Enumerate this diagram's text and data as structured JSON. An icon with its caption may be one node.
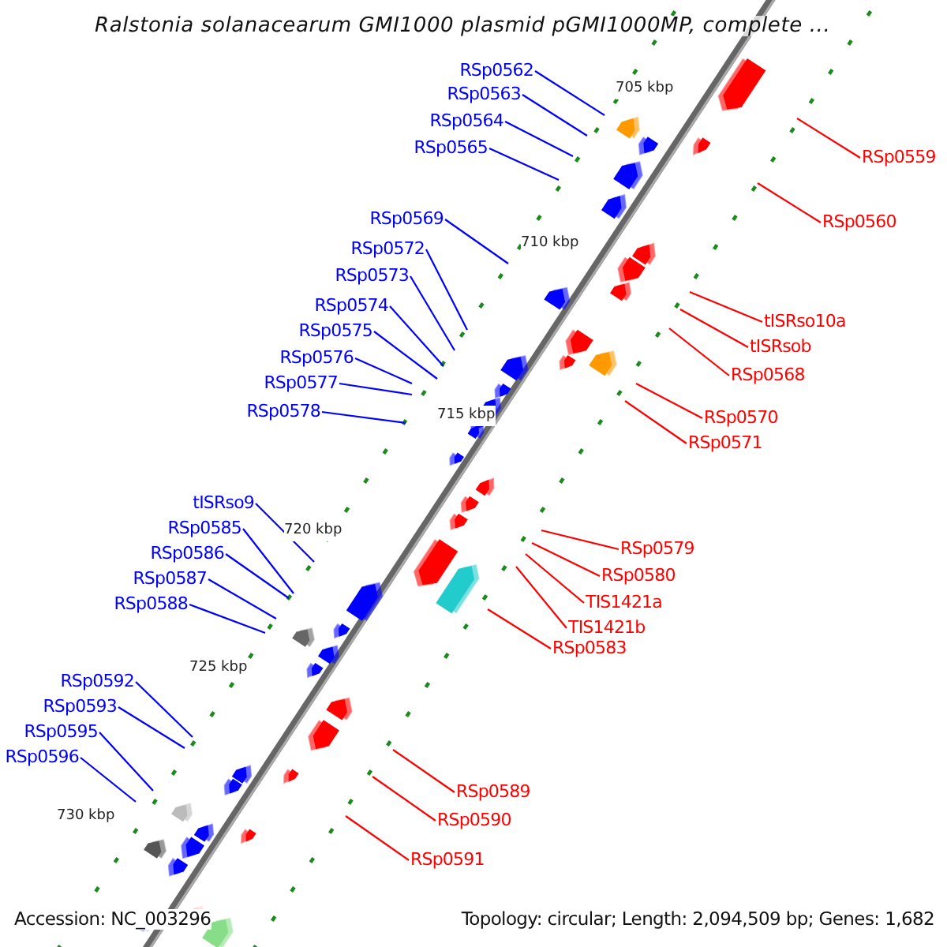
{
  "diagram": {
    "title": "Ralstonia solanacearum GMI1000 plasmid pGMI1000MP, complete ...",
    "nodes": [
      {
        "text": [
          "RSp0562"
        ]
      },
      {
        "text": [
          "RSp0563"
        ]
      },
      {
        "text": [
          "RSp0564"
        ]
      },
      {
        "text": [
          "RSp0565"
        ]
      },
      {
        "text": [
          "RSp0559"
        ]
      },
      {
        "text": [
          "RSp0569"
        ]
      },
      {
        "text": [
          "RSp0560"
        ]
      },
      {
        "text": [
          "RSp0572"
        ]
      },
      {
        "text": [
          "RSp0573"
        ]
      },
      {
        "text": [
          "RSp0574"
        ]
      },
      {
        "text": [
          "tISRso10a"
        ]
      },
      {
        "text": [
          "RSp0575"
        ]
      },
      {
        "text": [
          "tISRsob"
        ]
      },
      {
        "text": [
          "RSp0576"
        ]
      },
      {
        "text": [
          "RSp0568"
        ]
      },
      {
        "text": [
          "RSp0577"
        ]
      },
      {
        "text": [
          "RSp0578"
        ]
      },
      {
        "text": [
          "RSp0570"
        ]
      },
      {
        "text": [
          "RSp0571"
        ]
      },
      {
        "text": [
          "tISRso9"
        ]
      },
      {
        "text": [
          "RSp0585"
        ]
      },
      {
        "text": [
          "RSp0579"
        ]
      },
      {
        "text": [
          "RSp0586"
        ]
      },
      {
        "text": [
          "RSp0580"
        ]
      },
      {
        "text": [
          "RSp0587"
        ]
      },
      {
        "text": [
          "TIS1421a"
        ]
      },
      {
        "text": [
          "RSp0588"
        ]
      },
      {
        "text": [
          "TIS1421b"
        ]
      },
      {
        "text": [
          "RSp0583"
        ]
      },
      {
        "text": [
          "RSp0592"
        ]
      },
      {
        "text": [
          "RSp0593"
        ]
      },
      {
        "text": [
          "RSp0595"
        ]
      },
      {
        "text": [
          "RSp0596"
        ]
      },
      {
        "text": [
          "RSp0589"
        ]
      },
      {
        "text": [
          "RSp0590"
        ]
      },
      {
        "text": [
          "RSp0591"
        ]
      }
    ],
    "edges": [
      {
        "from": 0,
        "to": null,
        "arrow": "none"
      },
      {
        "from": 1,
        "to": null,
        "arrow": "none"
      },
      {
        "from": 2,
        "to": null,
        "arrow": "none"
      },
      {
        "from": 3,
        "to": null,
        "arrow": "none"
      },
      {
        "from": 4,
        "to": null,
        "arrow": "none",
        "color": "#ff0000"
      },
      {
        "from": 5,
        "to": null,
        "arrow": "none"
      },
      {
        "from": 6,
        "to": null,
        "arrow": "none",
        "color": "#ff0000"
      },
      {
        "from": 7,
        "to": null,
        "arrow": "none"
      },
      {
        "from": 8,
        "to": null,
        "arrow": "none"
      },
      {
        "from": 9,
        "to": null,
        "arrow": "none"
      },
      {
        "from": 10,
        "to": null,
        "arrow": "none",
        "color": "#ff0000"
      },
      {
        "from": 11,
        "to": null,
        "arrow": "none"
      },
      {
        "from": 12,
        "to": null,
        "arrow": "none",
        "color": "#ff0000"
      },
      {
        "from": 13,
        "to": null,
        "arrow": "none"
      },
      {
        "from": 14,
        "to": null,
        "arrow": "none",
        "color": "#ff0000"
      },
      {
        "from": 15,
        "to": null,
        "arrow": "none"
      },
      {
        "from": 16,
        "to": null,
        "arrow": "none"
      },
      {
        "from": 17,
        "to": null,
        "arrow": "none",
        "color": "#ff0000"
      },
      {
        "from": 18,
        "to": null,
        "arrow": "none",
        "color": "#ff0000"
      },
      {
        "from": 19,
        "to": null,
        "arrow": "none"
      },
      {
        "from": 20,
        "to": null,
        "arrow": "none"
      },
      {
        "from": 21,
        "to": null,
        "arrow": "none",
        "color": "#ff0000"
      },
      {
        "from": 22,
        "to": null,
        "arrow": "none"
      },
      {
        "from": 23,
        "to": null,
        "arrow": "none",
        "color": "#ff0000"
      },
      {
        "from": 24,
        "to": null,
        "arrow": "none"
      },
      {
        "from": 25,
        "to": null,
        "arrow": "none",
        "color": "#ff0000"
      },
      {
        "from": 26,
        "to": null,
        "arrow": "none"
      },
      {
        "from": 27,
        "to": null,
        "arrow": "none",
        "color": "#ff0000"
      },
      {
        "from": 28,
        "to": null,
        "arrow": "none",
        "color": "#ff0000"
      },
      {
        "from": 29,
        "to": null,
        "arrow": "none"
      },
      {
        "from": 30,
        "to": null,
        "arrow": "none"
      },
      {
        "from": 31,
        "to": null,
        "arrow": "none"
      },
      {
        "from": 32,
        "to": null,
        "arrow": "none"
      },
      {
        "from": 33,
        "to": null,
        "arrow": "none",
        "color": "#ff0000"
      },
      {
        "from": 34,
        "to": null,
        "arrow": "none",
        "color": "#ff0000"
      },
      {
        "from": 35,
        "to": null,
        "arrow": "none",
        "color": "#ff0000"
      }
    ],
    "labels": [
      "705 kbp",
      "710 kbp",
      "715 kbp",
      "720 kbp",
      "725 kbp",
      "730 kbp",
      "Accession: NC_003296",
      "Topology: circular; Length: 2,094,509 bp; Genes: 1,682"
    ]
  }
}
